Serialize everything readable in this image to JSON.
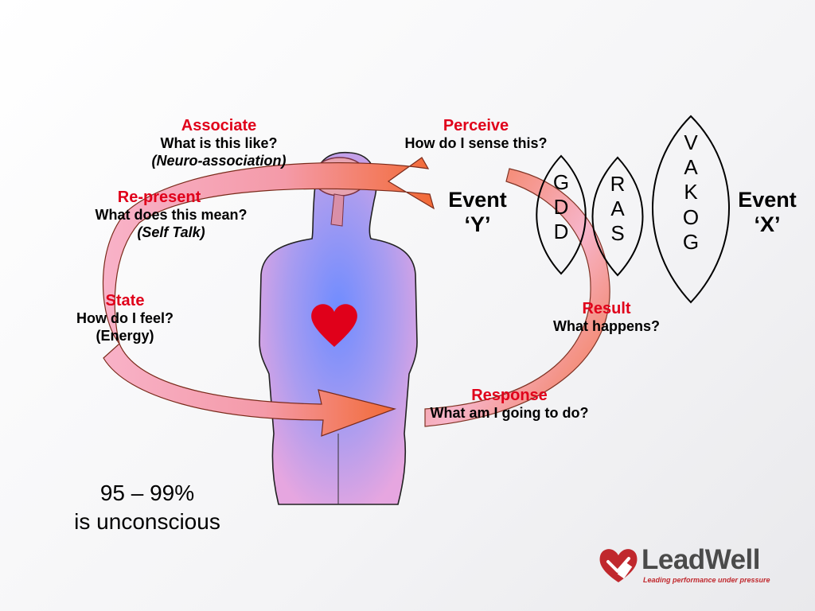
{
  "labels": {
    "associate": {
      "title": "Associate",
      "line1": "What is this like?",
      "line2": "(Neuro-association)"
    },
    "represent": {
      "title": "Re-present",
      "line1": "What does this mean?",
      "line2": "(Self Talk)"
    },
    "state": {
      "title": "State",
      "line1": "How do I feel?",
      "line2": "(Energy)"
    },
    "perceive": {
      "title": "Perceive",
      "line1": "How do I sense this?"
    },
    "result": {
      "title": "Result",
      "line1": "What happens?"
    },
    "response": {
      "title": "Response",
      "line1": "What am I going to do?"
    }
  },
  "events": {
    "y": {
      "line1": "Event",
      "line2": "‘Y’"
    },
    "x": {
      "line1": "Event",
      "line2": "‘X’"
    }
  },
  "filters": {
    "gdd": [
      "G",
      "D",
      "D"
    ],
    "ras": [
      "R",
      "A",
      "S"
    ],
    "vakog": [
      "V",
      "A",
      "K",
      "O",
      "G"
    ]
  },
  "stat": {
    "line1": "95 – 99%",
    "line2": "is unconscious"
  },
  "logo": {
    "name": "LeadWell",
    "tagline": "Leading performance under pressure"
  },
  "colors": {
    "red": "#e0001a",
    "arrow": "#f06b3a",
    "body": "#9a8ff0"
  }
}
